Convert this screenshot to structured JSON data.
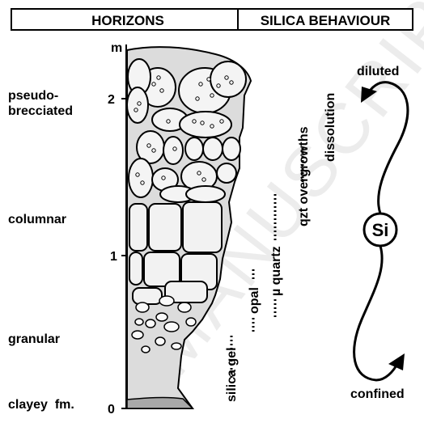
{
  "header": {
    "horizons": "HORIZONS",
    "silica_behaviour": "SILICA BEHAVIOUR"
  },
  "scale": {
    "unit": "m",
    "ticks": [
      "2",
      "1",
      "0"
    ]
  },
  "horizons": {
    "pseudo_line1": "pseudo-",
    "pseudo_line2": "brecciated",
    "columnar": "columnar",
    "granular": "granular",
    "clayey": "clayey  fm."
  },
  "silica_phases": {
    "silica_gel": "silica gel",
    "opal": "opal",
    "micro_quartz": "µ quartz",
    "qzt_overgrowths": "qzt overgrowths",
    "dissolution": "dissolution"
  },
  "cycle": {
    "element": "Si",
    "top_label": "diluted",
    "bottom_label": "confined"
  },
  "watermark": {
    "text": "MANUSCRIPT",
    "color": "#e6e6e6"
  },
  "colors": {
    "profile_fill": "#dcdcdc",
    "clay_fill": "#a8a8a8",
    "ink": "#000000"
  }
}
